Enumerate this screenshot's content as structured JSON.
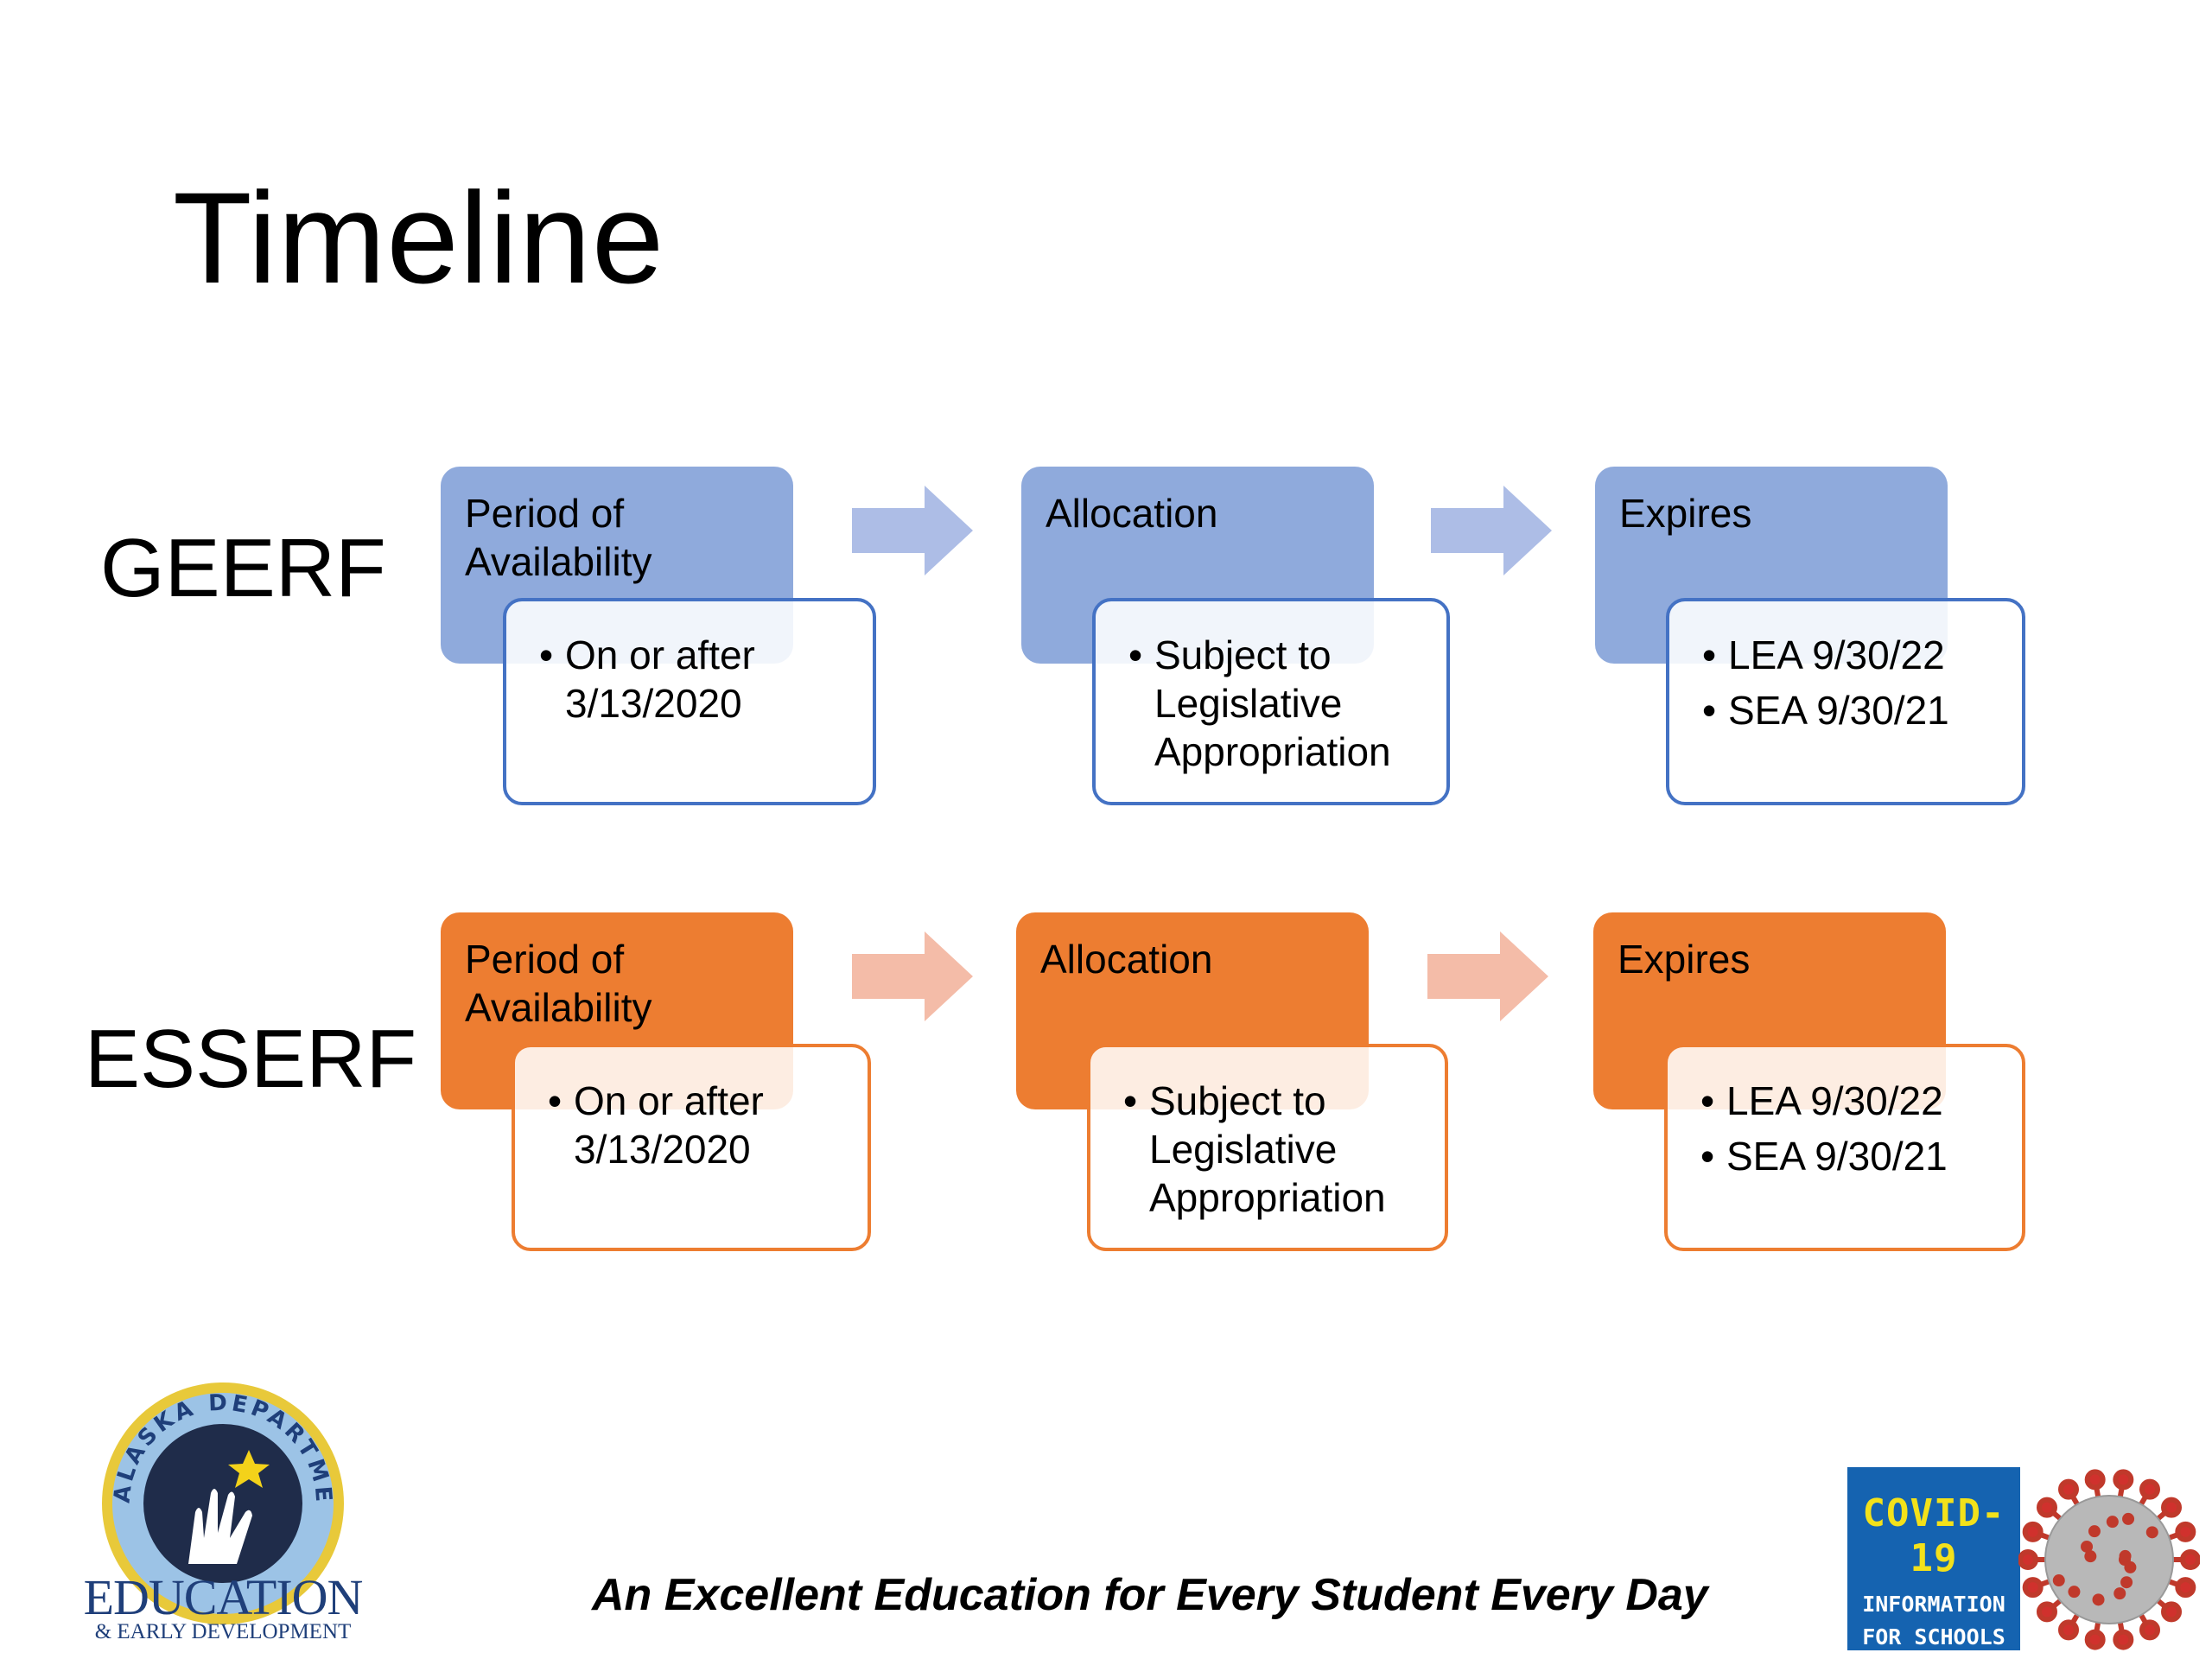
{
  "title": "Timeline",
  "colors": {
    "blue_header": "#8faadc",
    "blue_border": "#4472c4",
    "blue_arrow": "#adbde6",
    "orange_header": "#ed7d31",
    "orange_arrow": "#f4bca8",
    "covid_box": "#1563b0",
    "covid_text": "#f3e11a"
  },
  "rows": [
    {
      "label": "GEERF",
      "steps": [
        {
          "header": [
            "Period of",
            "Availability"
          ],
          "bullets": [
            [
              "On or after",
              "3/13/2020"
            ]
          ]
        },
        {
          "header": [
            "Allocation"
          ],
          "bullets": [
            [
              "Subject to",
              "Legislative",
              "Appropriation"
            ]
          ]
        },
        {
          "header": [
            "Expires"
          ],
          "bullets": [
            [
              "LEA 9/30/22"
            ],
            [
              "SEA 9/30/21"
            ]
          ]
        }
      ]
    },
    {
      "label": "ESSERF",
      "steps": [
        {
          "header": [
            "Period of",
            "Availability"
          ],
          "bullets": [
            [
              "On or after",
              "3/13/2020"
            ]
          ]
        },
        {
          "header": [
            "Allocation"
          ],
          "bullets": [
            [
              "Subject to",
              "Legislative",
              "Appropriation"
            ]
          ]
        },
        {
          "header": [
            "Expires"
          ],
          "bullets": [
            [
              "LEA 9/30/22"
            ],
            [
              "SEA 9/30/21"
            ]
          ]
        }
      ]
    }
  ],
  "footer": {
    "tagline": "An Excellent Education for Every Student Every Day",
    "logo_icon": "alaska-department-of-education-seal-icon",
    "logo_arc_text": "ALASKA DEPARTMENT OF",
    "logo_name": "EDUCATION",
    "logo_subname": "& EARLY DEVELOPMENT",
    "covid_title": "COVID-19",
    "covid_line1": "INFORMATION",
    "covid_line2": "FOR SCHOOLS",
    "virus_icon": "coronavirus-icon"
  }
}
